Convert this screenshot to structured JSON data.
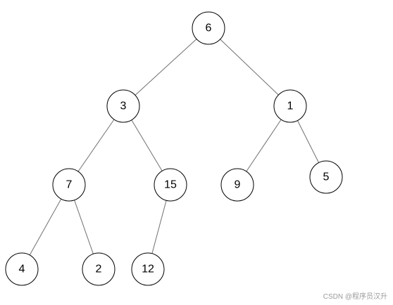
{
  "tree": {
    "nodes": [
      {
        "id": "n6",
        "label": "6"
      },
      {
        "id": "n3",
        "label": "3"
      },
      {
        "id": "n1",
        "label": "1"
      },
      {
        "id": "n7",
        "label": "7"
      },
      {
        "id": "n15",
        "label": "15"
      },
      {
        "id": "n9",
        "label": "9"
      },
      {
        "id": "n5",
        "label": "5"
      },
      {
        "id": "n4",
        "label": "4"
      },
      {
        "id": "n2",
        "label": "2"
      },
      {
        "id": "n12",
        "label": "12"
      }
    ],
    "edges": [
      [
        "n6",
        "n3"
      ],
      [
        "n6",
        "n1"
      ],
      [
        "n3",
        "n7"
      ],
      [
        "n3",
        "n15"
      ],
      [
        "n1",
        "n9"
      ],
      [
        "n1",
        "n5"
      ],
      [
        "n7",
        "n4"
      ],
      [
        "n7",
        "n2"
      ],
      [
        "n15",
        "n12"
      ]
    ]
  },
  "watermark": {
    "text": "CSDN @程序员汉升"
  }
}
